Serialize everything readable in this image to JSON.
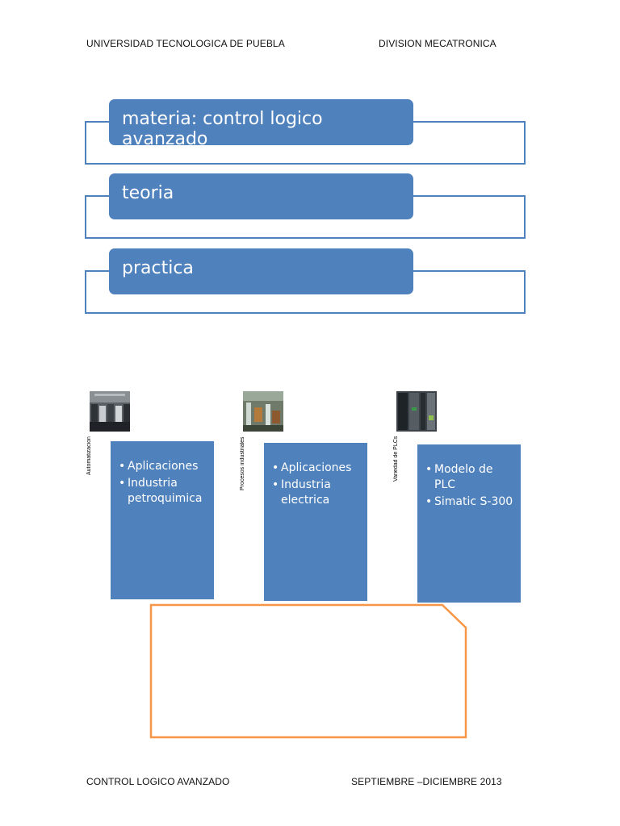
{
  "header": {
    "left": "UNIVERSIDAD TECNOLOGICA DE PUEBLA",
    "right": "DIVISION MECATRONICA"
  },
  "list": [
    {
      "label": "materia: control logico avanzado"
    },
    {
      "label": "teoria"
    },
    {
      "label": "practica"
    }
  ],
  "columns": [
    {
      "picture_label": "Automatizacion",
      "bullets": [
        "Aplicaciones",
        "Industria petroquimica"
      ]
    },
    {
      "picture_label": "Procesos industriales",
      "bullets": [
        "Aplicaciones",
        "Industria electrica"
      ]
    },
    {
      "picture_label": "Variedad de PLCs",
      "bullets": [
        "Modelo de PLC",
        "Simatic S-300"
      ]
    }
  ],
  "footer": {
    "left": "CONTROL LOGICO AVANZADO",
    "right": "SEPTIEMBRE –DICIEMBRE 2013"
  },
  "colors": {
    "accent_blue": "#4f81bd",
    "accent_orange": "#f79646"
  }
}
